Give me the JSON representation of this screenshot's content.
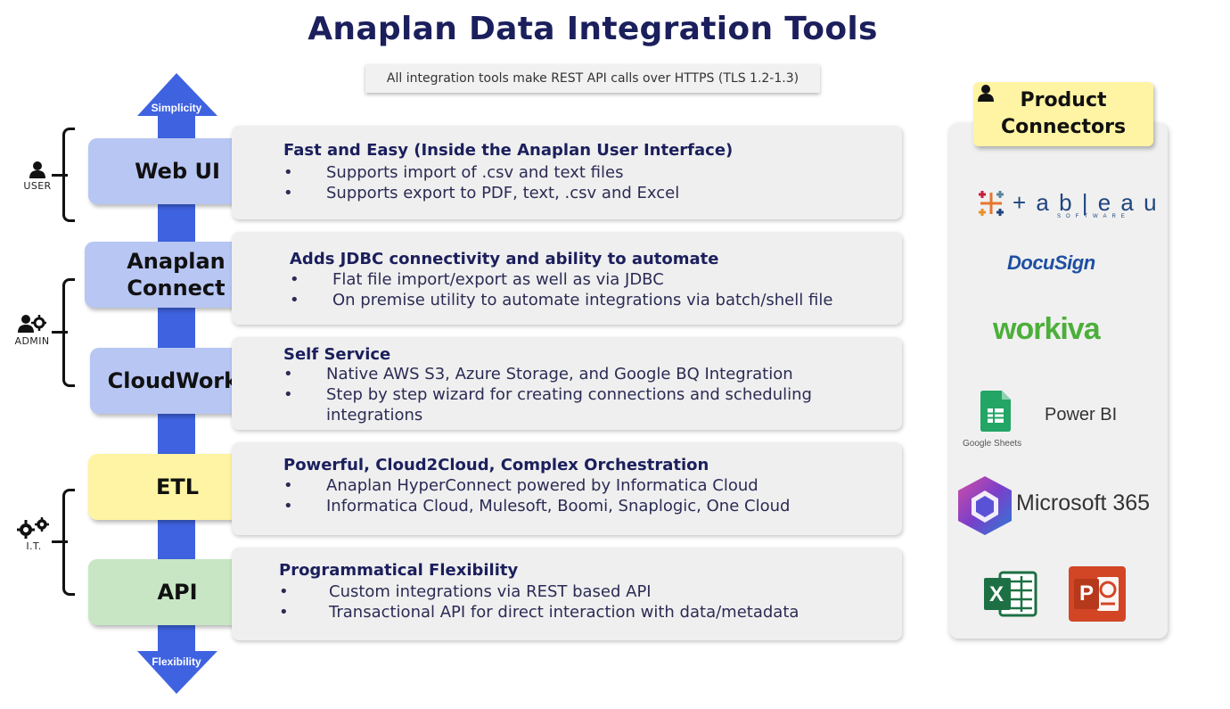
{
  "title": "Anaplan Data Integration Tools",
  "subtitle": "All integration tools make REST API calls  over  HTTPS (TLS 1.2-1.3)",
  "axis": {
    "top_label": "Simplicity",
    "bottom_label": "Flexibility",
    "color": "#3f63e0"
  },
  "roles": [
    {
      "label": "USER",
      "icon": "user-icon"
    },
    {
      "label": "ADMIN",
      "icon": "admin-gear-icon"
    },
    {
      "label": "I.T.",
      "icon": "gears-icon"
    }
  ],
  "tools": [
    {
      "label": "Web UI",
      "color": "#b8c6f4",
      "heading": "Fast and Easy (Inside the Anaplan User Interface)",
      "bullets": [
        "Supports import of .csv and text files",
        "Supports export to PDF, text, .csv and Excel"
      ]
    },
    {
      "label": "Anaplan Connect",
      "color": "#b8c6f4",
      "heading": "Adds JDBC connectivity and ability to automate",
      "bullets": [
        "Flat file import/export as well as via JDBC",
        "On premise utility to automate integrations via batch/shell file"
      ]
    },
    {
      "label": "CloudWorks",
      "color": "#b8c6f4",
      "heading": "Self Service",
      "bullets": [
        "Native AWS S3, Azure Storage, and Google BQ Integration",
        "Step by step wizard for creating connections and scheduling integrations"
      ]
    },
    {
      "label": "ETL",
      "color": "#fff4a3",
      "heading": "Powerful, Cloud2Cloud, Complex Orchestration",
      "bullets": [
        "Anaplan HyperConnect powered by Informatica Cloud",
        "Informatica Cloud, Mulesoft, Boomi, Snaplogic, One Cloud"
      ]
    },
    {
      "label": "API",
      "color": "#c8e6c4",
      "heading": "Programmatical Flexibility",
      "bullets": [
        "Custom integrations via REST based API",
        "Transactional API for direct interaction with data/metadata"
      ]
    }
  ],
  "product_connectors": {
    "title": "Product Connectors",
    "logos": [
      {
        "name": "tableau",
        "text": "+ a b | e a u",
        "subtext": "SOFTWARE"
      },
      {
        "name": "docusign",
        "text": "DocuSign"
      },
      {
        "name": "workiva",
        "text": "workiva"
      },
      {
        "name": "google-sheets",
        "text": "Google Sheets"
      },
      {
        "name": "power-bi",
        "text": "Power BI"
      },
      {
        "name": "microsoft-365",
        "text": "Microsoft 365"
      },
      {
        "name": "excel",
        "text": "X"
      },
      {
        "name": "powerpoint",
        "text": "P"
      }
    ]
  }
}
